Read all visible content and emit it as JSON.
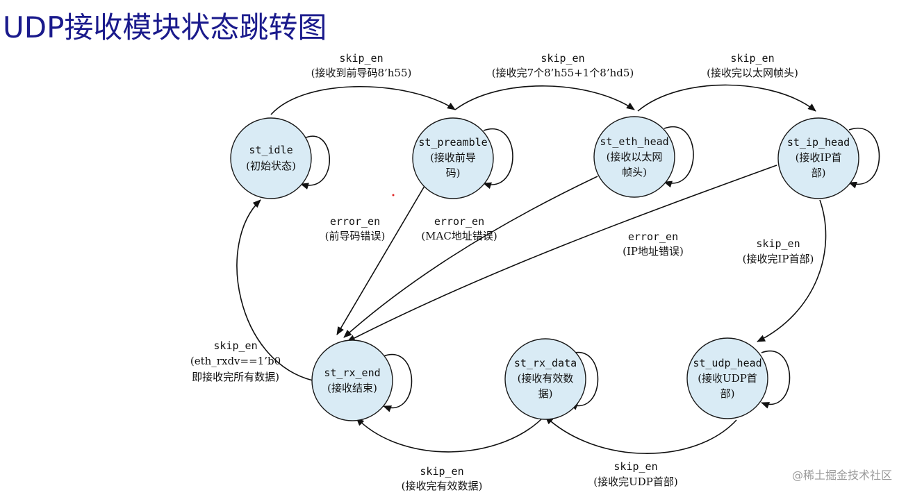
{
  "title": "UDP接收模块状态跳转图",
  "watermark": "@稀土掘金技术社区",
  "states": {
    "idle": {
      "name": "st_idle",
      "desc": [
        "(初始状态)"
      ]
    },
    "preamble": {
      "name": "st_preamble",
      "desc": [
        "(接收前导",
        "码)"
      ]
    },
    "eth_head": {
      "name": "st_eth_head",
      "desc": [
        "(接收以太网",
        "帧头)"
      ]
    },
    "ip_head": {
      "name": "st_ip_head",
      "desc": [
        "(接收IP首",
        "部)"
      ]
    },
    "rx_end": {
      "name": "st_rx_end",
      "desc": [
        "(接收结束)"
      ]
    },
    "rx_data": {
      "name": "st_rx_data",
      "desc": [
        "(接收有效数",
        "据)"
      ]
    },
    "udp_head": {
      "name": "st_udp_head",
      "desc": [
        "(接收UDP首",
        "部)"
      ]
    }
  },
  "transitions": {
    "idle_to_preamble": {
      "cond": "skip_en",
      "desc": "(接收到前导码8’h55)"
    },
    "preamble_to_eth": {
      "cond": "skip_en",
      "desc": "(接收完7个8’h55+1个8’hd5)"
    },
    "eth_to_ip": {
      "cond": "skip_en",
      "desc": "(接收完以太网帧头)"
    },
    "ip_to_udp": {
      "cond": "skip_en",
      "desc": "(接收完IP首部)"
    },
    "udp_to_data": {
      "cond": "skip_en",
      "desc": "(接收完UDP首部)"
    },
    "data_to_end": {
      "cond": "skip_en",
      "desc": "(接收完有效数据)"
    },
    "end_to_idle": {
      "cond": "skip_en",
      "desc": [
        "(eth_rxdv==1’b0",
        "即接收完所有数据)"
      ]
    },
    "preamble_err": {
      "cond": "error_en",
      "desc": "(前导码错误)"
    },
    "eth_err": {
      "cond": "error_en",
      "desc": "(MAC地址错误)"
    },
    "ip_err": {
      "cond": "error_en",
      "desc": "(IP地址错误)"
    }
  }
}
